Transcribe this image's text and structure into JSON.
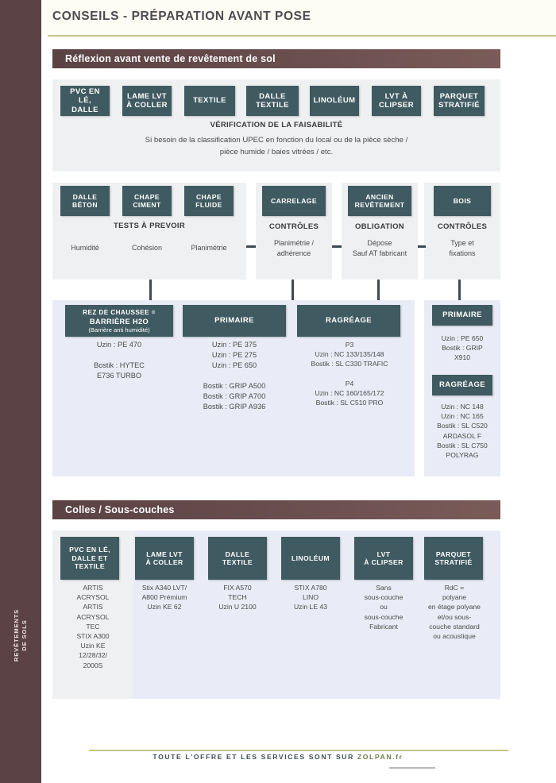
{
  "sidebar": {
    "tab_line1": "REVÊTEMENTS",
    "tab_line2": "DE SOLS"
  },
  "header": {
    "title": "CONSEILS - PRÉPARATION AVANT POSE"
  },
  "section1": {
    "bar_title": "Réflexion avant vente de revêtement de sol",
    "floor_types": [
      "PVC EN LÉ,\nDALLE",
      "LAME LVT\nÀ COLLER",
      "TEXTILE",
      "DALLE\nTEXTILE",
      "LINOLÉUM",
      "LVT À\nCLIPSER",
      "PARQUET\nSTRATIFIÉ"
    ],
    "feasibility_title": "VÉRIFICATION DE LA FAISABILITÉ",
    "feasibility_line1": "Si besoin de la classification UPEC en fonction du local ou de la pièce sèche /",
    "feasibility_line2": "pièce humide / baies vitrées / etc.",
    "supports": {
      "group_a": {
        "tags": [
          "DALLE\nBÉTON",
          "CHAPE\nCIMENT",
          "CHAPE\nFLUIDE"
        ],
        "heading": "TESTS À PREVOIR",
        "items": [
          "Humidité",
          "Cohésion",
          "Planimétrie"
        ]
      },
      "group_b": {
        "tag": "CARRELAGE",
        "heading": "CONTRÔLES",
        "body": "Planimétrie /\nadhérence"
      },
      "group_c": {
        "tag": "ANCIEN\nREVÊTEMENT",
        "heading": "OBLIGATION",
        "body": "Dépose\nSauf AT fabricant"
      },
      "group_d": {
        "tag": "BOIS",
        "heading": "CONTRÔLES",
        "body": "Type et\nfixations"
      }
    },
    "products": {
      "barriere": {
        "tag_line1": "REZ DE CHAUSSEE =",
        "tag_line2": "BARRIÈRE H2O",
        "tag_sub": "(Barrière anti humidité)",
        "body": "Uzin : PE 470\n\nBostik : HYTEC\nE736 TURBO"
      },
      "primaire": {
        "tag": "PRIMAIRE",
        "body": "Uzin : PE 375\nUzin : PE 275\nUzin : PE 650\n\nBostik : GRIP A500\nBostik : GRIP A700\nBostik : GRIP A936"
      },
      "ragreage": {
        "tag": "RAGRÉAGE",
        "body": "P3\nUzin : NC 133/135/148\nBostik : SL C330 TRAFIC\n\nP4\nUzin : NC 160/165/172\nBostik : SL C510 PRO"
      },
      "wood_primaire": {
        "tag": "PRIMAIRE",
        "body": "Uzin : PE 650\nBostik : GRIP\nX910"
      },
      "wood_ragreage": {
        "tag": "RAGRÉAGE",
        "body": "Uzin : NC 148\nUzin : NC 165\nBostik : SL C520\nARDASOL F\nBostik : SL C750\nPOLYRAG"
      }
    }
  },
  "section2": {
    "bar_title": "Colles / Sous-couches",
    "columns": [
      {
        "tag": "PVC EN LÉ,\nDALLE ET\nTEXTILE",
        "body": "ARTIS\nACRYSOL\nARTIS\nACRYSOL\nTEC\nSTIX A300\nUzin KE\n12/28/32/\n2000S"
      },
      {
        "tag": "LAME LVT\nÀ COLLER",
        "body": "Stix A340 LVT/\nA800 Prémium\nUzin KE 62"
      },
      {
        "tag": "DALLE\nTEXTILE",
        "body": "FIX A570\nTECH\nUzin U 2100"
      },
      {
        "tag": "LINOLÉUM",
        "body": "STIX A780\nLINO\nUzin LE 43"
      },
      {
        "tag": "LVT\nÀ CLIPSER",
        "body": "Sans\nsous-couche\nou\nsous-couche\nFabricant"
      },
      {
        "tag": "PARQUET\nSTRATIFIÉ",
        "body": "RdC =\npolyane\nen étage polyane\net/ou sous-\ncouche standard\nou acoustique"
      }
    ]
  },
  "footer": {
    "text_main": "TOUTE L'OFFRE ET LES SERVICES SONT SUR ",
    "text_domain": "ZOLPAN.fr"
  },
  "colors": {
    "sidebar": "#5b4244",
    "section_bar": "#5b4244",
    "tag": "#3f5a60",
    "panel_gray": "#eef0f2",
    "panel_lavender": "#e9ebf6",
    "rule_olive": "#c5c58a",
    "connector": "#3f4a52",
    "header_bg": "#fdfdf5"
  }
}
